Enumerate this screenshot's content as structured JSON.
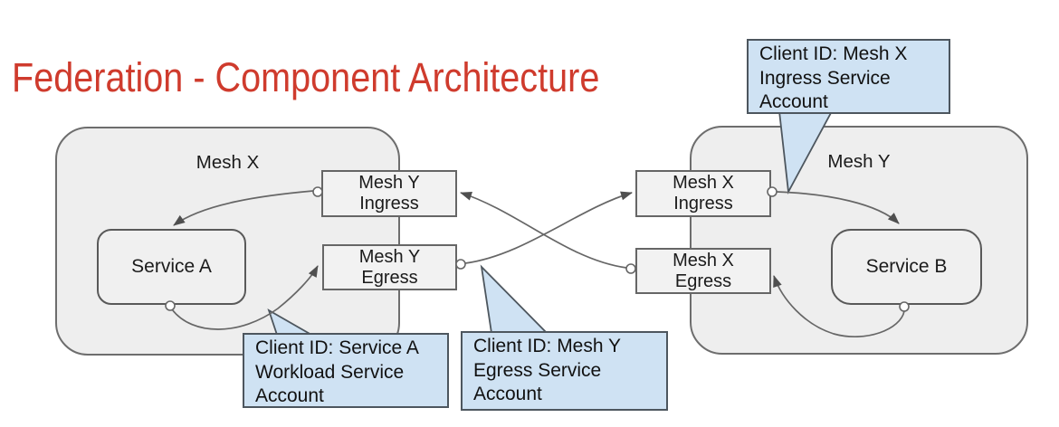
{
  "title": {
    "text": "Federation - Component Architecture"
  },
  "colors": {
    "title_red": "#cf3b2d",
    "callout_blue_fill": "#cfe2f3",
    "callout_border": "#4d565e",
    "mesh_gray_fill": "#eeeeee",
    "node_gray_fill": "#f2f2f2",
    "connector_gray": "#666666"
  },
  "meshes": [
    {
      "label": "Mesh X"
    },
    {
      "label": "Mesh Y"
    }
  ],
  "nodes": {
    "service_a": {
      "label": "Service A"
    },
    "service_b": {
      "label": "Service B"
    },
    "mesh_y_ingress": {
      "line1": "Mesh Y",
      "line2": "Ingress"
    },
    "mesh_y_egress": {
      "line1": "Mesh Y",
      "line2": "Egress"
    },
    "mesh_x_ingress": {
      "line1": "Mesh X",
      "line2": "Ingress"
    },
    "mesh_x_egress": {
      "line1": "Mesh X",
      "line2": "Egress"
    }
  },
  "callouts": {
    "mesh_x_ingress": {
      "lines": [
        "Client ID: Mesh X",
        "Ingress Service",
        "Account"
      ]
    },
    "service_a": {
      "lines": [
        "Client ID: Service A",
        "Workload Service",
        "Account"
      ]
    },
    "mesh_y_egress": {
      "lines": [
        "Client ID: Mesh Y",
        "Egress Service",
        "Account"
      ]
    }
  }
}
